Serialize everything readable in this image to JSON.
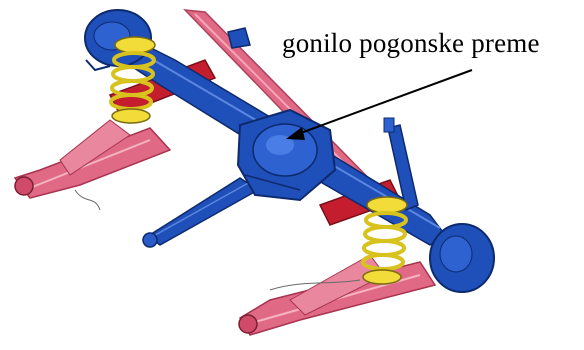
{
  "callout": {
    "label": "gonilo pogonske preme"
  },
  "colors": {
    "axle_blue": "#1f4fb8",
    "axle_dark": "#0e2a6e",
    "arm_pink": "#e06a86",
    "arm_red": "#c41e2e",
    "spring_yellow": "#f2dc3a",
    "arrow": "#000000"
  },
  "parts": [
    "rear-axle-housing",
    "differential",
    "drive-shaft",
    "coil-spring-left",
    "coil-spring-right",
    "trailing-arm-left",
    "trailing-arm-right",
    "wheel-hub-left",
    "wheel-hub-right",
    "panhard-rod",
    "shock-absorber"
  ]
}
